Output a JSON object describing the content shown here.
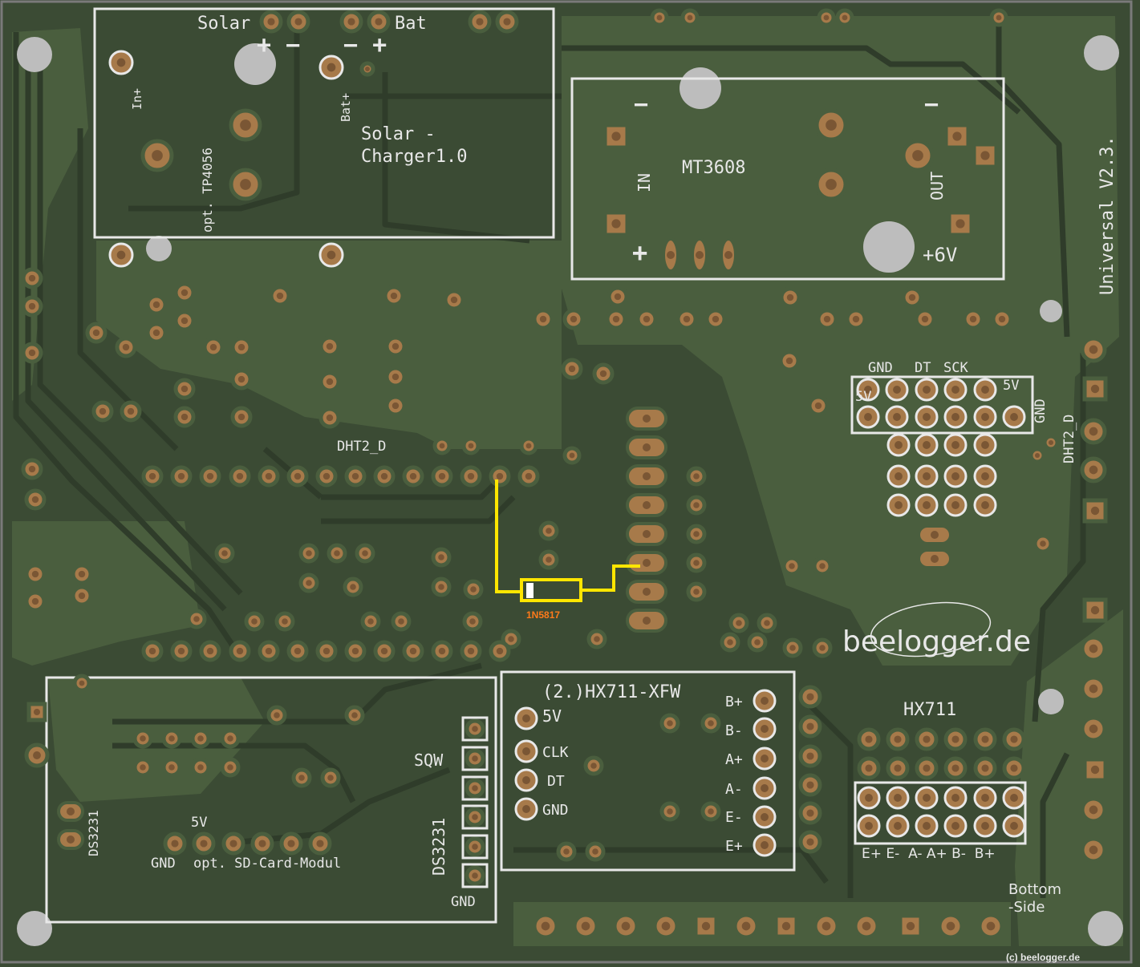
{
  "colors": {
    "board": "#3b4b34",
    "copper": "#4a5e3e",
    "trace": "#2f3c2a",
    "silk": "#e8e8e8",
    "pad": "#a77a4a",
    "hole": "#bdbdbd",
    "highlight": "#ffe600",
    "diode_label": "#ff7a1a"
  },
  "modules": {
    "solar_charger": {
      "solar": "Solar",
      "bat": "Bat",
      "plus_minus_left": "+ −",
      "minus_plus_right": "− +",
      "in_plus": "In+",
      "bat_plus": "Bat+",
      "title_line1": "Solar  -",
      "title_line2": "Charger1.0",
      "opt": "opt. TP4056"
    },
    "mt3608": {
      "title": "MT3608",
      "minus_in": "−",
      "minus_out": "−",
      "in": "IN",
      "out": "OUT",
      "plus_in": "+",
      "plus_out": "+",
      "six_v": "+6V"
    },
    "version": {
      "text": "Universal  V2.3."
    },
    "dht_header": {
      "gnd": "GND",
      "dt": "DT",
      "sck": "SCK",
      "fiveV_right": "5V",
      "fiveV_left": "5V",
      "gnd_right": "GND"
    },
    "dht2_d_right": "DHT2_D",
    "dht2_d_mid": "DHT2_D",
    "diode": {
      "label": "1N5817"
    },
    "logo": {
      "text": "beelogger.de"
    },
    "hx711_xfw": {
      "title": "(2.)HX711-XFW",
      "left_pins": [
        "5V",
        "CLK",
        "DT",
        "GND"
      ],
      "right_pins": [
        "B+",
        "B-",
        "A+",
        "A-",
        "E-",
        "E+"
      ]
    },
    "hx711": {
      "title": "HX711",
      "bottom_labels": "E+ E-  A- A+ B-  B+"
    },
    "ds3231": {
      "sqw": "SQW",
      "title": "DS3231",
      "gnd": "GND",
      "ds3231_small": "DS3231"
    },
    "sd_card": {
      "five_v": "5V",
      "gnd": "GND",
      "label": "opt. SD-Card-Modul"
    },
    "bottom_side": {
      "line1": "Bottom",
      "line2": "-Side"
    },
    "copyright": "(c) beelogger.de"
  }
}
